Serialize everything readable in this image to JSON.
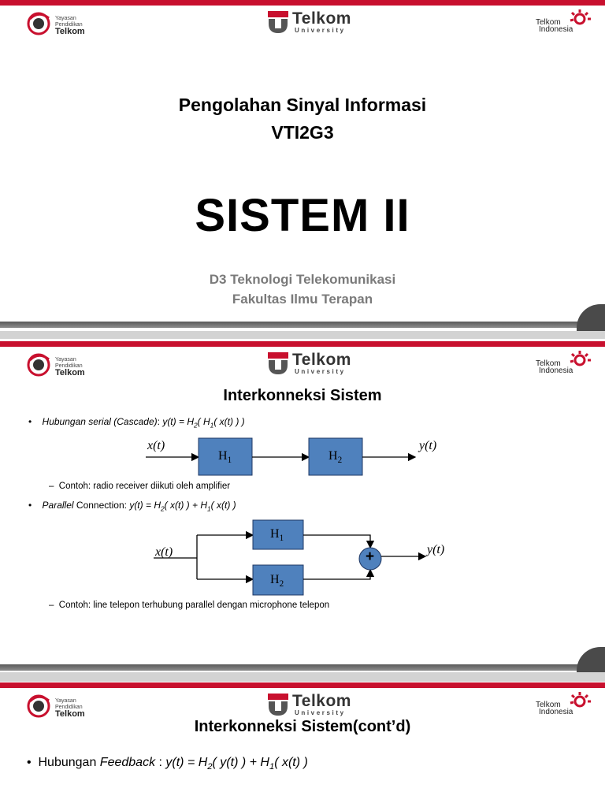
{
  "logos": {
    "yayasan": {
      "line1": "Yayasan",
      "line2": "Pendidikan",
      "line3": "Telkom"
    },
    "telkom_university": {
      "name": "Telkom",
      "sub": "University"
    },
    "telkom_indonesia": {
      "line1": "Telkom",
      "line2": "Indonesia"
    }
  },
  "slide1": {
    "course": "Pengolahan Sinyal Informasi",
    "code": "VTI2G3",
    "title": "SISTEM II",
    "program": "D3 Teknologi Telekomunikasi",
    "faculty": "Fakultas Ilmu Terapan"
  },
  "slide2": {
    "title": "Interkonneksi Sistem",
    "bullet1": {
      "label": "Hubungan serial (Cascade)",
      "formula": "y(t) = H2( H1( x(t) ) )"
    },
    "dash1": "Contoh: radio receiver diikuti oleh amplifier",
    "bullet2": {
      "label_italic": "Parallel",
      "label": "Connection",
      "formula": "y(t) = H2( x(t) ) + H1( x(t) )"
    },
    "dash2": "Contoh: line telepon terhubung parallel dengan microphone telepon",
    "diagram": {
      "input": "x(t)",
      "output": "y(t)",
      "block1": "H1",
      "block2": "H2",
      "sum": "+"
    },
    "colors": {
      "block": "#4f81bd"
    }
  },
  "slide3": {
    "title": "Interkonneksi Sistem(cont’d)",
    "bullet1": {
      "label": "Hubungan",
      "label_italic": "Feedback",
      "formula": "y(t) = H2( y(t) ) + H1( x(t) )"
    }
  }
}
